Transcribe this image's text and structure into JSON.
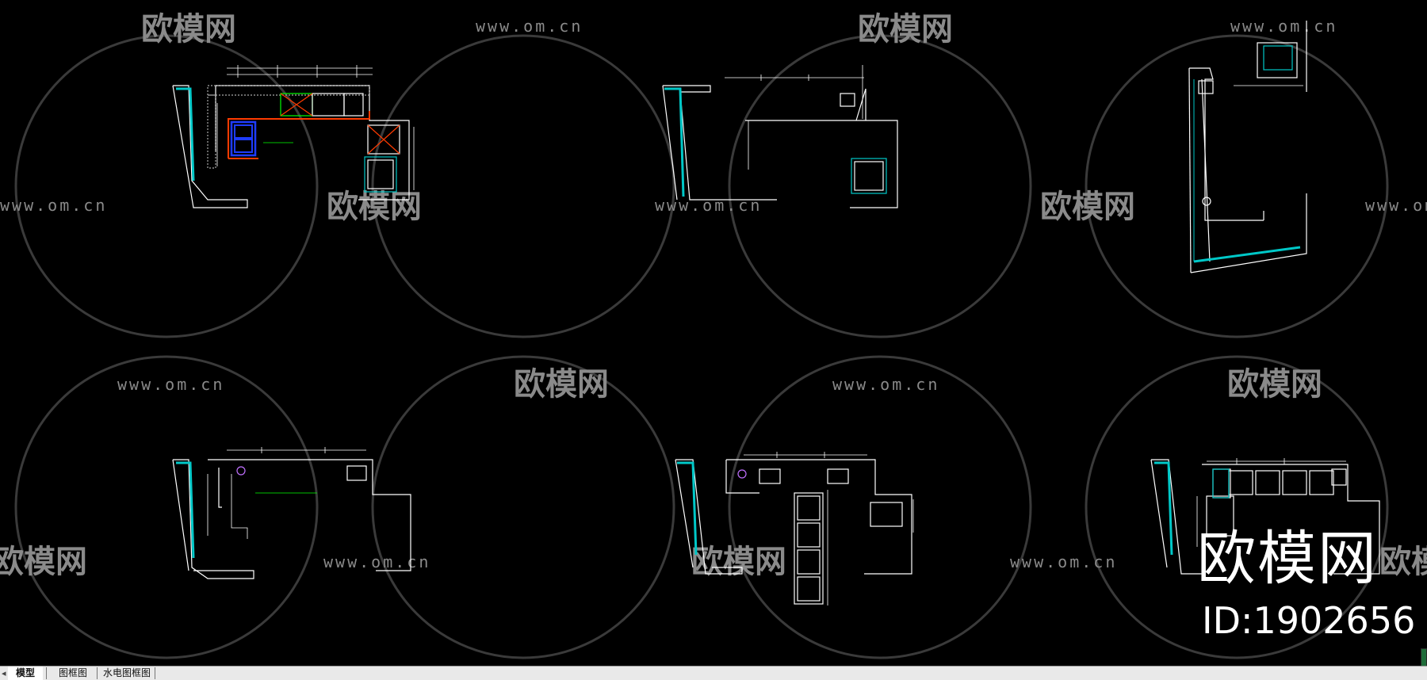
{
  "watermark": {
    "url": "www.om.cn",
    "brand": "欧模网"
  },
  "stamp": {
    "brand": "欧模网",
    "id": "ID:1902656"
  },
  "tabs": [
    {
      "label": "模型",
      "active": true
    },
    {
      "label": "图框图",
      "active": false
    },
    {
      "label": "水电图框图",
      "active": false
    }
  ],
  "colors": {
    "background": "#000000",
    "linework": "#ffffff",
    "glass": "#00c8c8",
    "annotation": "#00ff00",
    "highlight": "#ff3b00",
    "appliance": "#1e3cff",
    "watermark": "#8a8a8a"
  }
}
